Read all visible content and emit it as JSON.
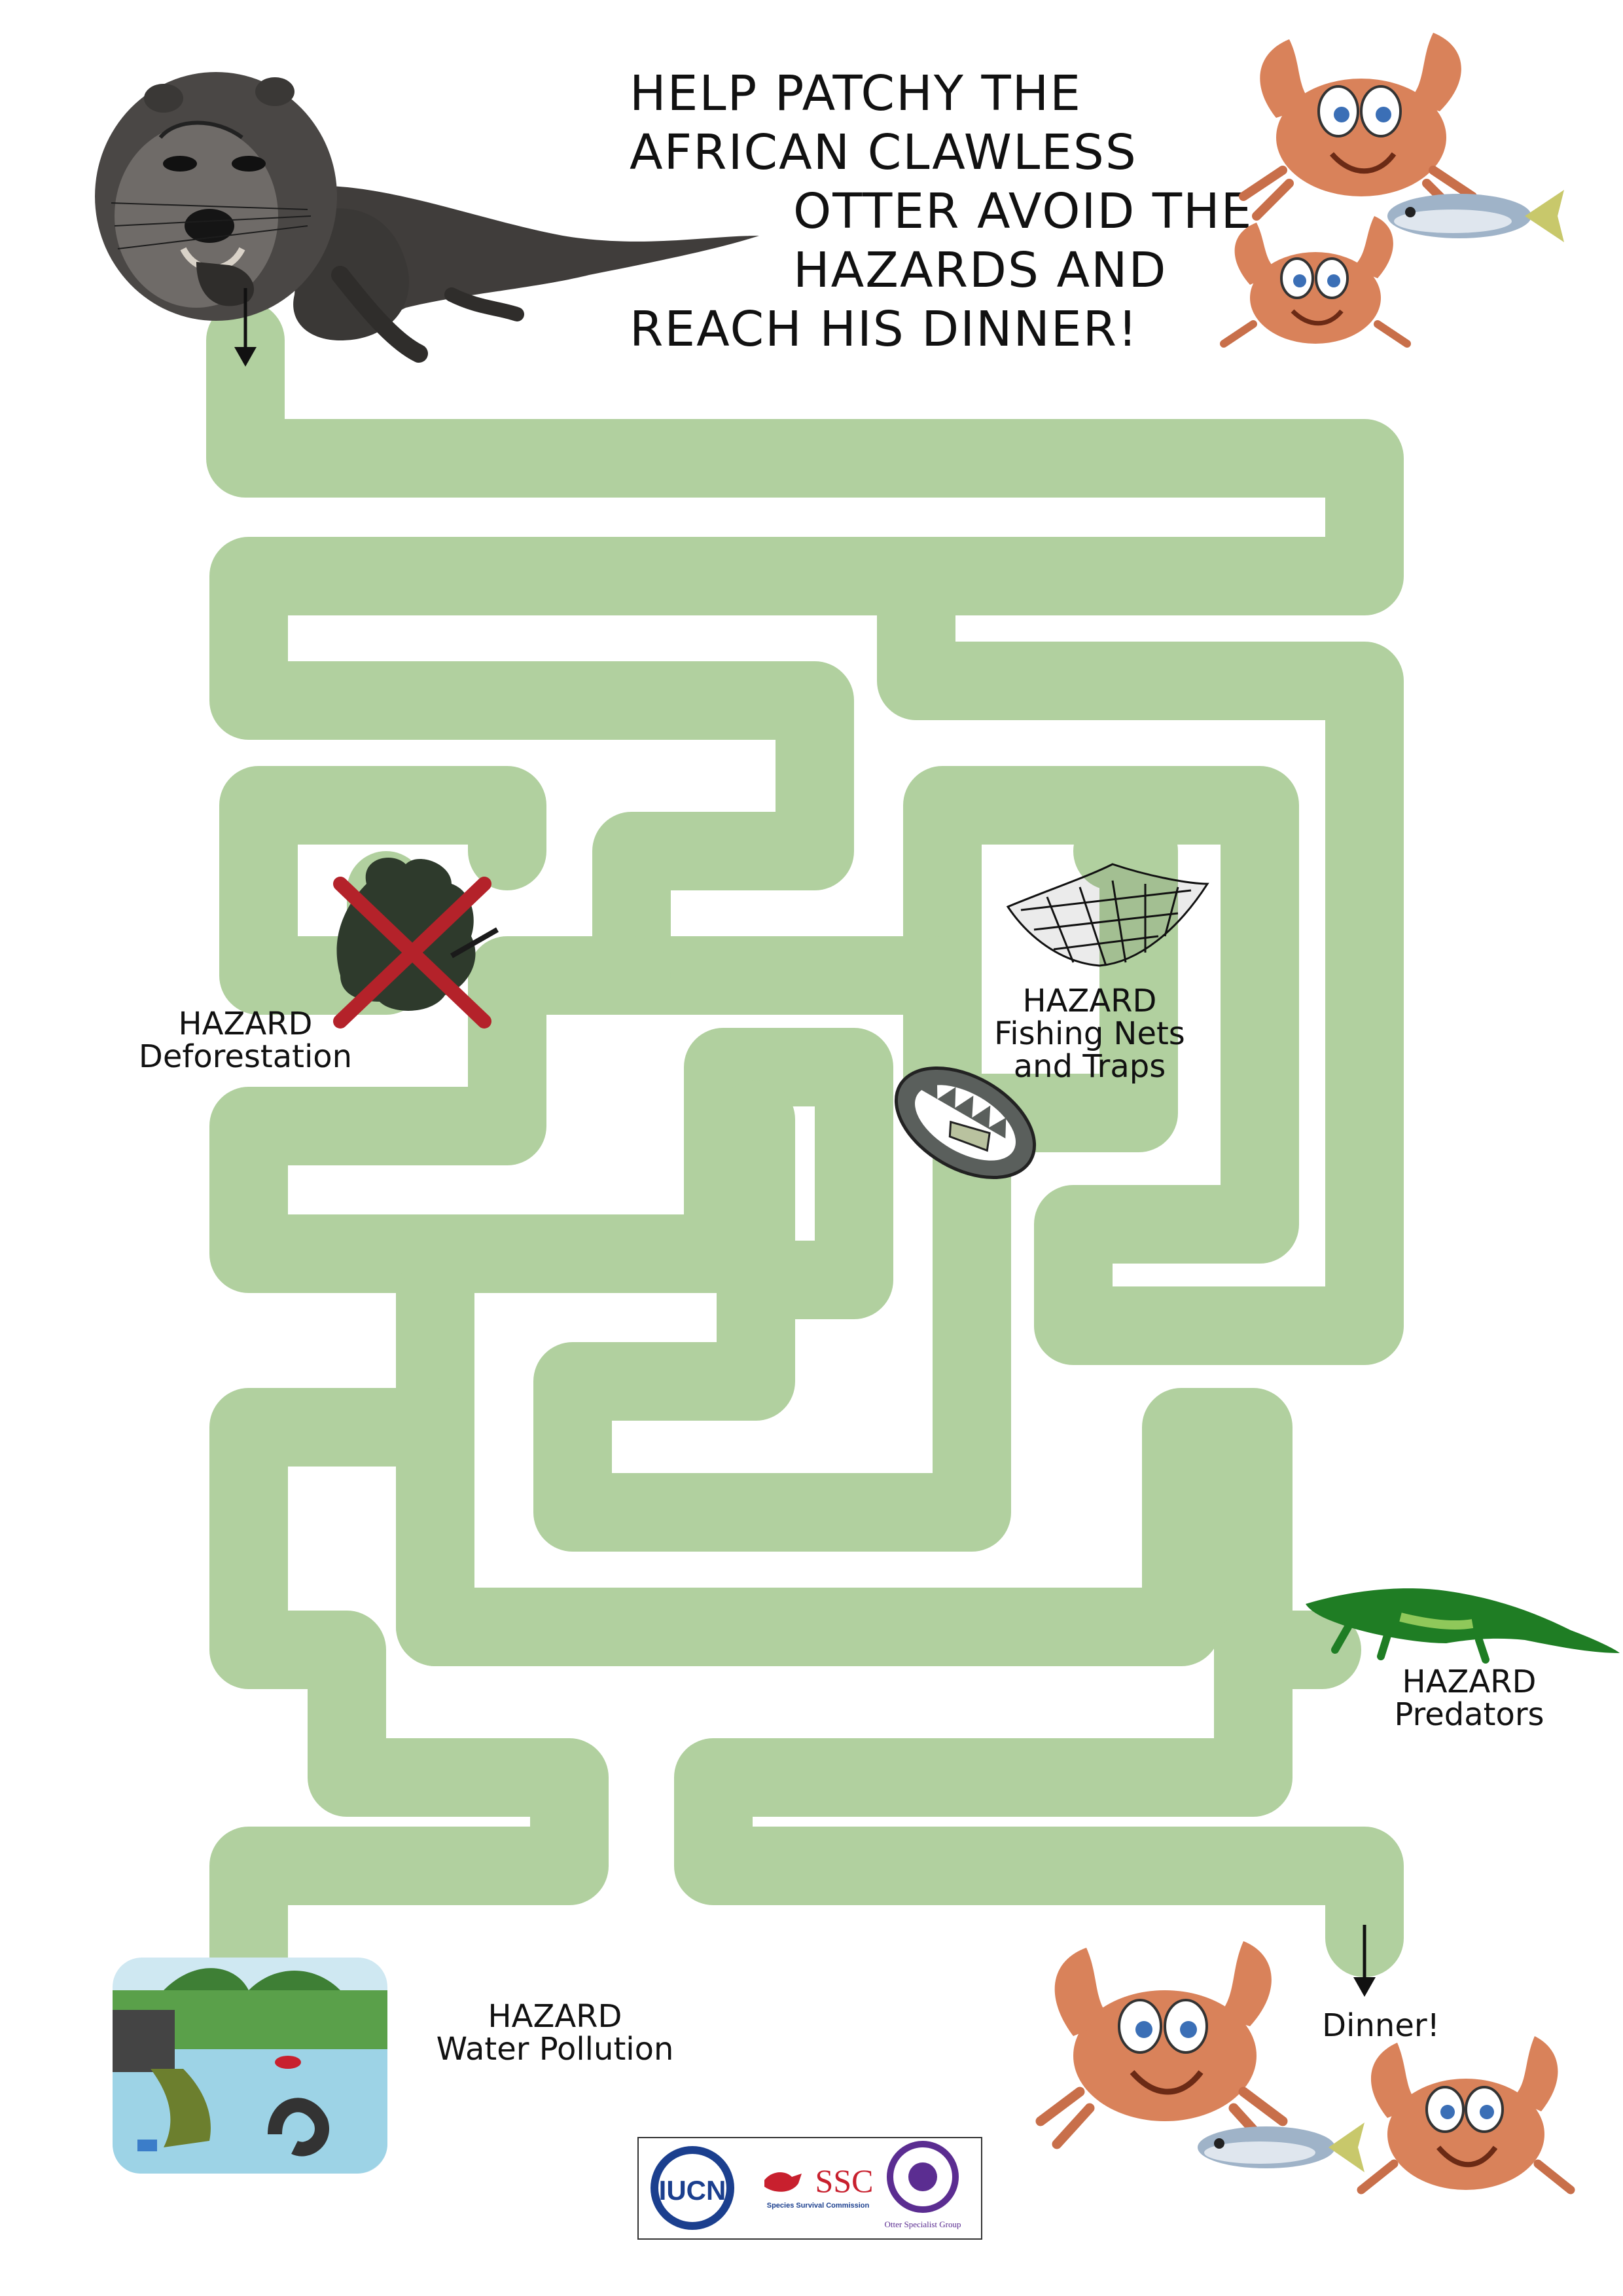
{
  "title_lines": [
    "HELP PATCHY THE",
    "AFRICAN CLAWLESS",
    "OTTER AVOID THE",
    "HAZARDS AND",
    "REACH HIS DINNER!"
  ],
  "hazards": {
    "deforestation": {
      "heading": "HAZARD",
      "label": "Deforestation"
    },
    "fishing": {
      "heading": "HAZARD",
      "label_line1": "Fishing Nets",
      "label_line2": "and Traps"
    },
    "predators": {
      "heading": "HAZARD",
      "label": "Predators"
    },
    "pollution": {
      "heading": "HAZARD",
      "label": "Water Pollution"
    }
  },
  "goal_label": "Dinner!",
  "logos": {
    "iucn": "IUCN",
    "ssc": "SSC",
    "ssc_sub": "Species Survival Commission",
    "osg_sub": "Otter Specialist Group"
  },
  "colors": {
    "maze": "#b1d09f",
    "otter": "#403d3b",
    "crab": "#d9825a",
    "fish": "#9fb3c8",
    "crocodile": "#1f7d24",
    "hazard_x": "#b4222a",
    "logo_blue": "#1b3f8e",
    "logo_red": "#c8202e",
    "logo_purple": "#5b2d91"
  },
  "icons": [
    "otter-icon",
    "crab-icon",
    "fish-icon",
    "tree-icon",
    "fishing-net-icon",
    "trap-icon",
    "crocodile-icon",
    "pollution-scene-icon",
    "down-arrow-icon"
  ]
}
